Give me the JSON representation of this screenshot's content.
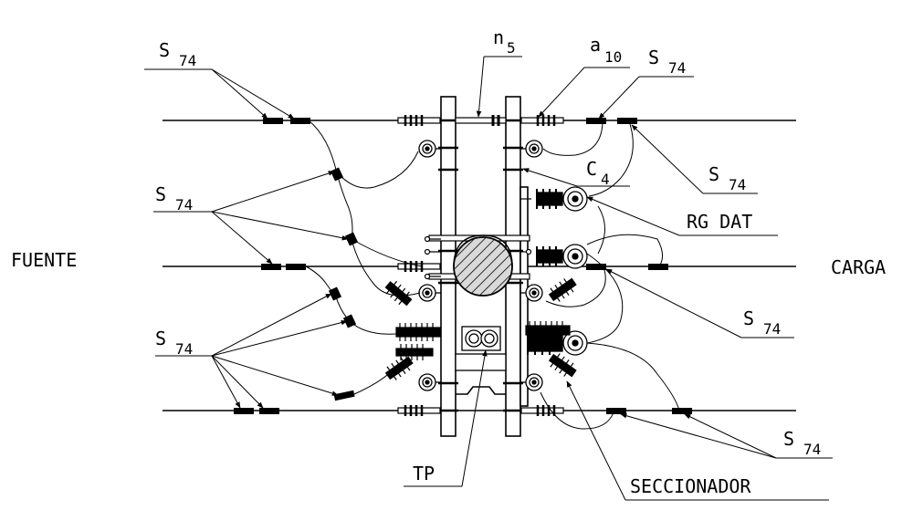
{
  "labels": {
    "source": "FUENTE",
    "load": "CARGA",
    "n5_main": "n",
    "n5_sub": "5",
    "a10_main": "a",
    "a10_sub": "10",
    "c4_main": "C",
    "c4_sub": "4",
    "rg_dat": "RG DAT",
    "tp": "TP",
    "seccionador": "SECCIONADOR",
    "s74_main": "S",
    "s74_sub": "74"
  },
  "colors": {
    "line": "#000000",
    "background": "#ffffff",
    "hatch_fill": "#d9d9d9"
  }
}
